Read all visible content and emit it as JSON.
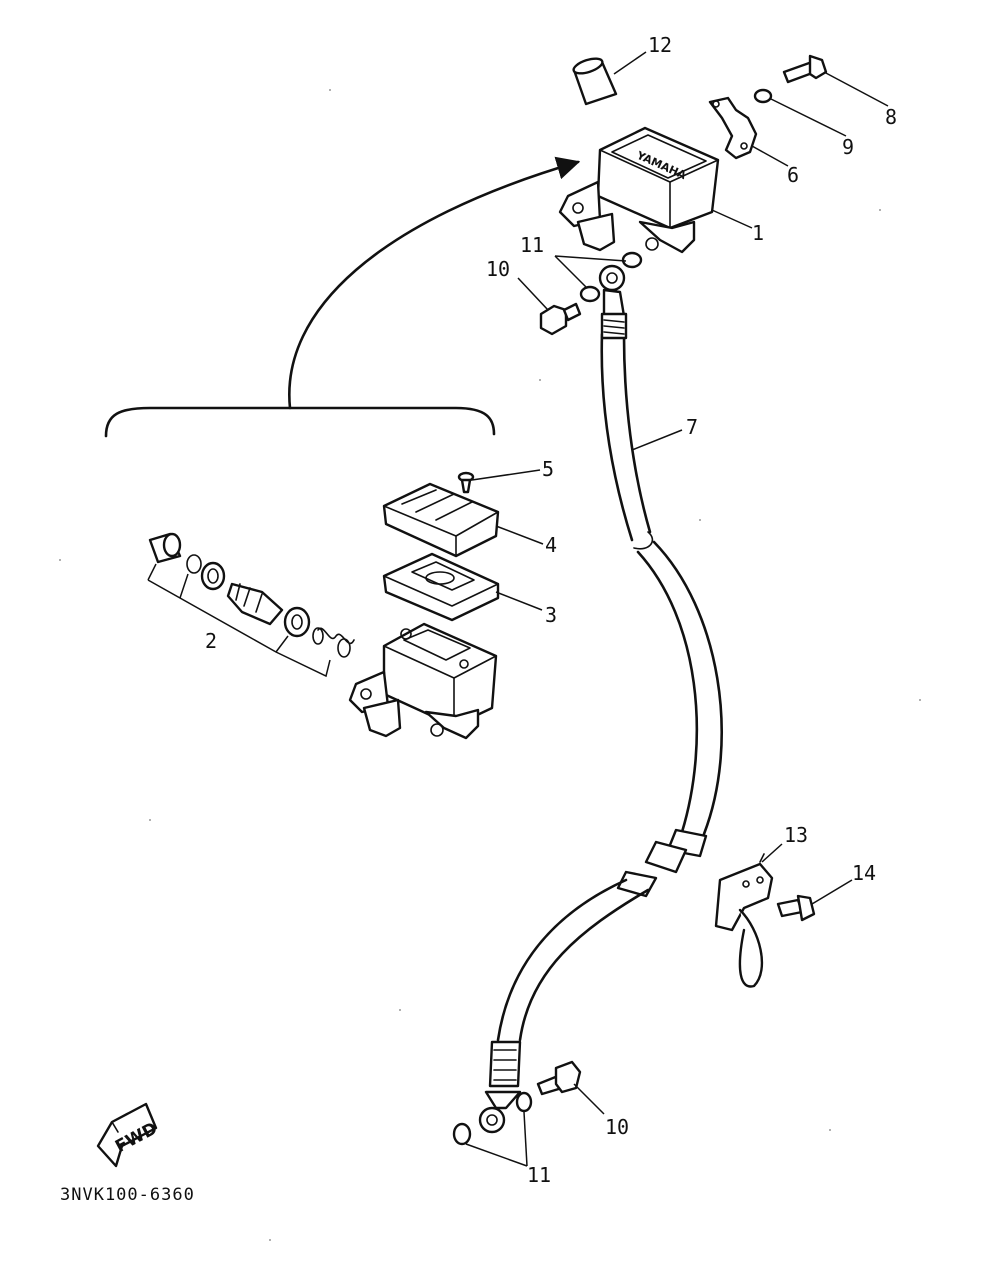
{
  "diagram_code": "3NVK100-6360",
  "fwd_label": "FWD",
  "callouts": {
    "c1": "1",
    "c2": "2",
    "c3": "3",
    "c4": "4",
    "c5": "5",
    "c6": "6",
    "c7": "7",
    "c8": "8",
    "c9": "9",
    "c10_top": "10",
    "c10_bottom": "10",
    "c11_top": "11",
    "c11_bottom": "11",
    "c12": "12",
    "c13": "13",
    "c14": "14"
  }
}
